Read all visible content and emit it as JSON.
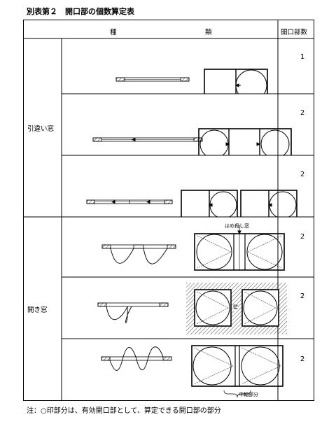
{
  "title": "別表第２　開口部の個数算定表",
  "header": {
    "kind_a": "種",
    "kind_b": "類",
    "count": "開口部数"
  },
  "groups": [
    {
      "name": "引違い窓"
    },
    {
      "name": "開き窓"
    }
  ],
  "rows": [
    {
      "count": "1"
    },
    {
      "count": "2"
    },
    {
      "count": "2"
    },
    {
      "count": "2"
    },
    {
      "count": "2"
    },
    {
      "count": "2"
    }
  ],
  "annotations": {
    "fixed_window": "はめ殺し窓",
    "wall": "壁",
    "mullion": "中軸部分"
  },
  "note": "注：○印部分は、有効開口部として、算定できる開口部の部分"
}
